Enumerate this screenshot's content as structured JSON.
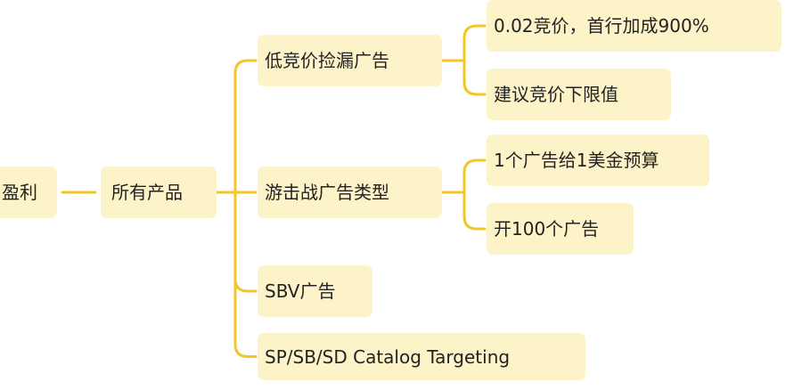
{
  "colors": {
    "node_fill": "#fdf3c8",
    "line": "#f4c526",
    "text": "#222222"
  },
  "mindmap": {
    "root": {
      "label": "盈利"
    },
    "level1": {
      "label": "所有产品"
    },
    "branches": [
      {
        "label": "低竞价捡漏广告",
        "children": [
          {
            "label": "0.02竞价，首行加成900%"
          },
          {
            "label": "建议竞价下限值"
          }
        ]
      },
      {
        "label": "游击战广告类型",
        "children": [
          {
            "label": "1个广告给1美金预算"
          },
          {
            "label": "开100个广告"
          }
        ]
      },
      {
        "label": "SBV广告"
      },
      {
        "label": "SP/SB/SD Catalog Targeting"
      }
    ]
  }
}
